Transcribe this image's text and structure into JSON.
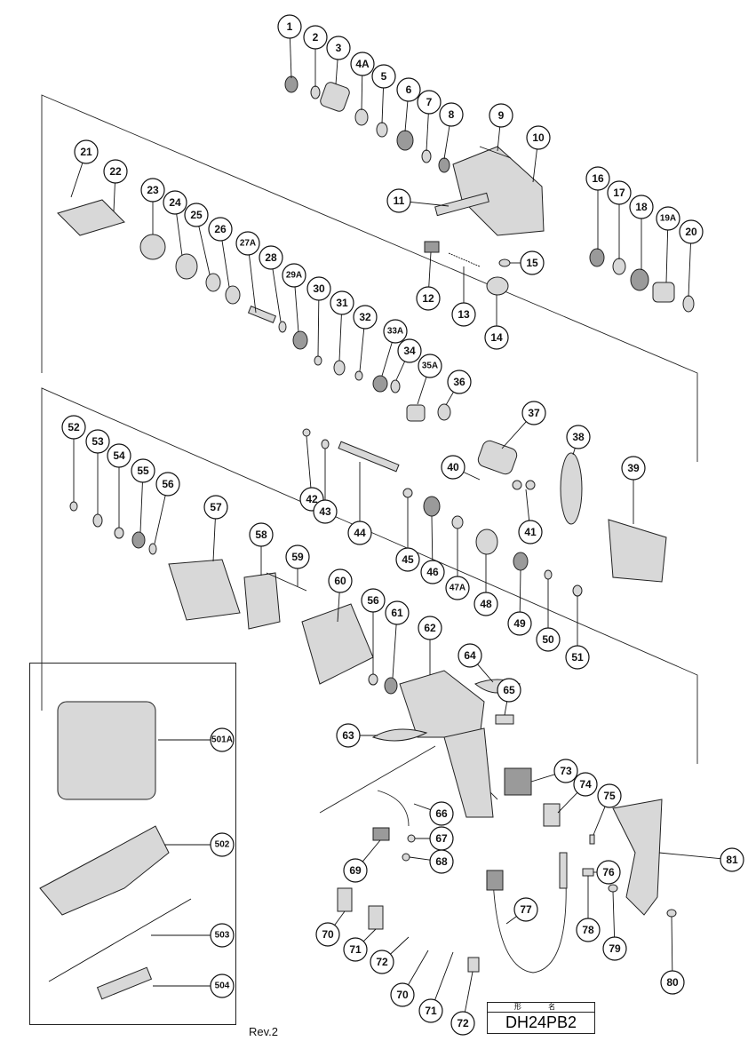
{
  "model_header": "形 名",
  "model_name": "DH24PB2",
  "revision": "Rev.2",
  "parts": [
    "1",
    "2",
    "3",
    "4A",
    "5",
    "6",
    "7",
    "8",
    "9",
    "10",
    "11",
    "12",
    "13",
    "14",
    "15",
    "16",
    "17",
    "18",
    "19A",
    "20",
    "21",
    "22",
    "23",
    "24",
    "25",
    "26",
    "27A",
    "28",
    "29A",
    "30",
    "31",
    "32",
    "33A",
    "34",
    "35A",
    "36",
    "37",
    "38",
    "39",
    "40",
    "41",
    "42",
    "43",
    "44",
    "45",
    "46",
    "47A",
    "48",
    "49",
    "50",
    "51",
    "52",
    "53",
    "54",
    "55",
    "56",
    "57",
    "58",
    "59",
    "60",
    "56",
    "61",
    "62",
    "63",
    "64",
    "65",
    "66",
    "67",
    "68",
    "69",
    "70",
    "71",
    "72",
    "73",
    "74",
    "75",
    "76",
    "77",
    "78",
    "79",
    "80",
    "81",
    "70",
    "71",
    "72"
  ],
  "accessories": [
    "501A",
    "502",
    "503",
    "504"
  ]
}
